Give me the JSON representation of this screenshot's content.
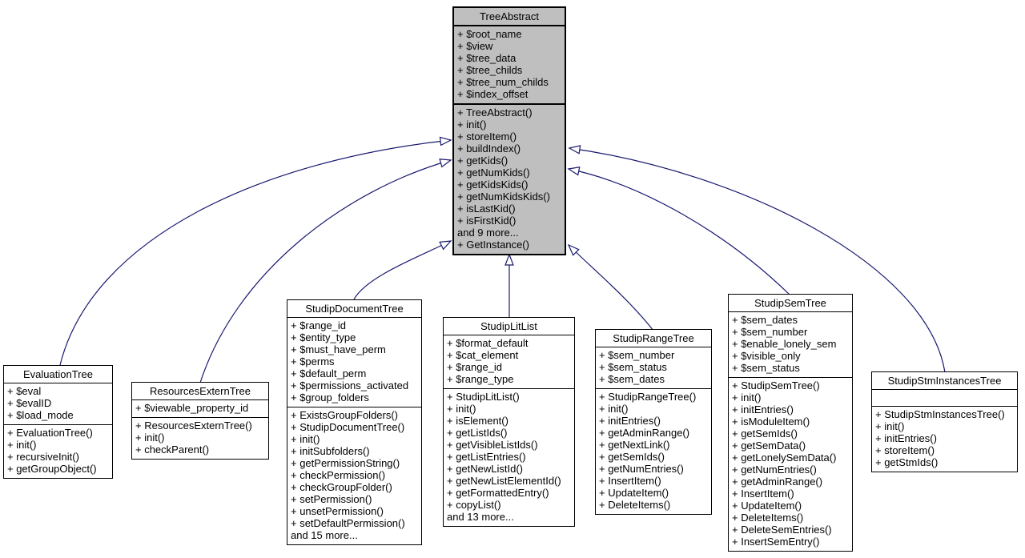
{
  "colors": {
    "edge": "#191970",
    "highlight_fill": "#bfbfbf",
    "box_fill": "#ffffff",
    "box_border": "#000000"
  },
  "classes": [
    {
      "name": "TreeAbstract",
      "attributes": [
        "+ $root_name",
        "+ $view",
        "+ $tree_data",
        "+ $tree_childs",
        "+ $tree_num_childs",
        "+ $index_offset"
      ],
      "methods": [
        "+ TreeAbstract()",
        "+ init()",
        "+ storeItem()",
        "+ buildIndex()",
        "+ getKids()",
        "+ getNumKids()",
        "+ getKidsKids()",
        "+ getNumKidsKids()",
        "+ isLastKid()",
        "+ isFirstKid()",
        "and 9 more...",
        "+ GetInstance()"
      ]
    },
    {
      "name": "EvaluationTree",
      "attributes": [
        "+ $eval",
        "+ $evalID",
        "+ $load_mode"
      ],
      "methods": [
        "+ EvaluationTree()",
        "+ init()",
        "+ recursiveInit()",
        "+ getGroupObject()"
      ]
    },
    {
      "name": "ResourcesExternTree",
      "attributes": [
        "+ $viewable_property_id"
      ],
      "methods": [
        "+ ResourcesExternTree()",
        "+ init()",
        "+ checkParent()"
      ]
    },
    {
      "name": "StudipDocumentTree",
      "attributes": [
        "+ $range_id",
        "+ $entity_type",
        "+ $must_have_perm",
        "+ $perms",
        "+ $default_perm",
        "+ $permissions_activated",
        "+ $group_folders"
      ],
      "methods": [
        "+ ExistsGroupFolders()",
        "+ StudipDocumentTree()",
        "+ init()",
        "+ initSubfolders()",
        "+ getPermissionString()",
        "+ checkPermission()",
        "+ checkGroupFolder()",
        "+ setPermission()",
        "+ unsetPermission()",
        "+ setDefaultPermission()",
        "and 15 more..."
      ]
    },
    {
      "name": "StudipLitList",
      "attributes": [
        "+ $format_default",
        "+ $cat_element",
        "+ $range_id",
        "+ $range_type"
      ],
      "methods": [
        "+ StudipLitList()",
        "+ init()",
        "+ isElement()",
        "+ getListIds()",
        "+ getVisibleListIds()",
        "+ getListEntries()",
        "+ getNewListId()",
        "+ getNewListElementId()",
        "+ getFormattedEntry()",
        "+ copyList()",
        "and 13 more..."
      ]
    },
    {
      "name": "StudipRangeTree",
      "attributes": [
        "+ $sem_number",
        "+ $sem_status",
        "+ $sem_dates"
      ],
      "methods": [
        "+ StudipRangeTree()",
        "+ init()",
        "+ initEntries()",
        "+ getAdminRange()",
        "+ getNextLink()",
        "+ getSemIds()",
        "+ getNumEntries()",
        "+ InsertItem()",
        "+ UpdateItem()",
        "+ DeleteItems()"
      ]
    },
    {
      "name": "StudipSemTree",
      "attributes": [
        "+ $sem_dates",
        "+ $sem_number",
        "+ $enable_lonely_sem",
        "+ $visible_only",
        "+ $sem_status"
      ],
      "methods": [
        "+ StudipSemTree()",
        "+ init()",
        "+ initEntries()",
        "+ isModuleItem()",
        "+ getSemIds()",
        "+ getSemData()",
        "+ getLonelySemData()",
        "+ getNumEntries()",
        "+ getAdminRange()",
        "+ InsertItem()",
        "+ UpdateItem()",
        "+ DeleteItems()",
        "+ DeleteSemEntries()",
        "+ InsertSemEntry()"
      ]
    },
    {
      "name": "StudipStmInstancesTree",
      "attributes": [],
      "methods": [
        "+ StudipStmInstancesTree()",
        "+ init()",
        "+ initEntries()",
        "+ storeItem()",
        "+ getStmIds()"
      ]
    }
  ],
  "relations": [
    {
      "from": "EvaluationTree",
      "to": "TreeAbstract",
      "type": "inheritance"
    },
    {
      "from": "ResourcesExternTree",
      "to": "TreeAbstract",
      "type": "inheritance"
    },
    {
      "from": "StudipDocumentTree",
      "to": "TreeAbstract",
      "type": "inheritance"
    },
    {
      "from": "StudipLitList",
      "to": "TreeAbstract",
      "type": "inheritance"
    },
    {
      "from": "StudipRangeTree",
      "to": "TreeAbstract",
      "type": "inheritance"
    },
    {
      "from": "StudipSemTree",
      "to": "TreeAbstract",
      "type": "inheritance"
    },
    {
      "from": "StudipStmInstancesTree",
      "to": "TreeAbstract",
      "type": "inheritance"
    }
  ]
}
